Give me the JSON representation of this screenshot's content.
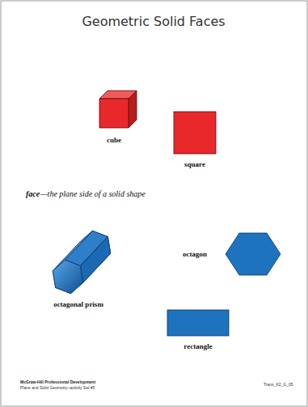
{
  "diagram": {
    "title": "Geometric Solid Faces",
    "labels": [
      "cube",
      "square",
      "face",
      "—the plane side of a solid shape",
      "octagon",
      "octagonal prism",
      "rectangle",
      "McGraw-Hill Professional Development",
      "Plane and Solid Geometry–activity Set #5",
      "Trans_K2_G_05"
    ]
  }
}
